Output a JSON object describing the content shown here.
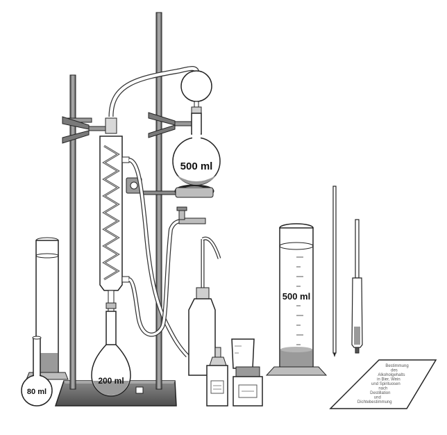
{
  "labels": {
    "flask_500": "500 ml",
    "flask_200": "200 ml",
    "flask_80": "80 ml",
    "cylinder_500": "500 ml"
  },
  "instruction_sheet": {
    "lines": [
      "Bestimmung",
      "des",
      "Alkoholgehalts",
      "in Bier, Wein",
      "und Spirituosen",
      "nach",
      "Destillation",
      "und",
      "Dichtebestimmung"
    ]
  },
  "colors": {
    "outline": "#222222",
    "liquid": "#9a9a9a",
    "metal": "#8c8c8c",
    "base": "#6e6e6e"
  }
}
